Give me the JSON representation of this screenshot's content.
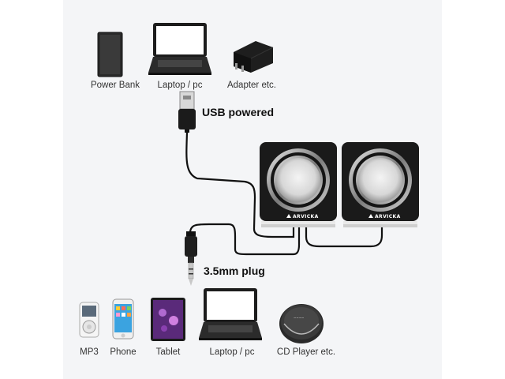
{
  "top_devices": {
    "power_bank": "Power Bank",
    "laptop": "Laptop  / pc",
    "adapter": "Adapter etc."
  },
  "usb_label": "USB powered",
  "plug_label": "3.5mm plug",
  "speakers": {
    "brand_left": "ARVICKA",
    "brand_right": "ARVICKA"
  },
  "bottom_devices": {
    "mp3": "MP3",
    "phone": "Phone",
    "tablet": "Tablet",
    "laptop": "Laptop / pc",
    "cd_player": "CD Player etc."
  },
  "colors": {
    "background": "#f4f5f7",
    "speaker_body": "#1a1a1a",
    "cable": "#111111"
  }
}
